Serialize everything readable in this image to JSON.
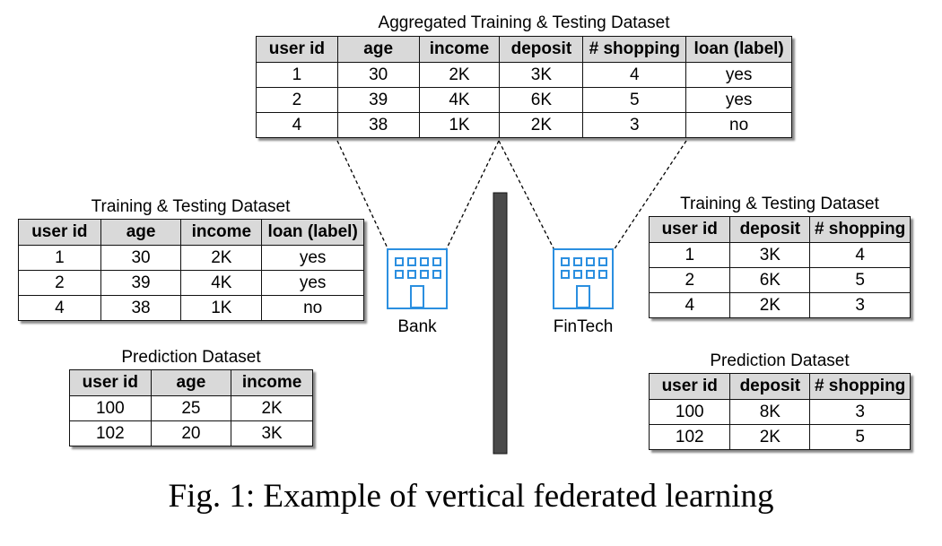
{
  "aggregated": {
    "title": "Aggregated Training & Testing Dataset",
    "headers": [
      "user id",
      "age",
      "income",
      "deposit",
      "# shopping",
      "loan (label)"
    ],
    "rows": [
      [
        "1",
        "30",
        "2K",
        "3K",
        "4",
        "yes"
      ],
      [
        "2",
        "39",
        "4K",
        "6K",
        "5",
        "yes"
      ],
      [
        "4",
        "38",
        "1K",
        "2K",
        "3",
        "no"
      ]
    ]
  },
  "bank": {
    "label": "Bank",
    "icon": "building-icon",
    "training": {
      "title": "Training & Testing Dataset",
      "headers": [
        "user id",
        "age",
        "income",
        "loan (label)"
      ],
      "rows": [
        [
          "1",
          "30",
          "2K",
          "yes"
        ],
        [
          "2",
          "39",
          "4K",
          "yes"
        ],
        [
          "4",
          "38",
          "1K",
          "no"
        ]
      ]
    },
    "prediction": {
      "title": "Prediction Dataset",
      "headers": [
        "user id",
        "age",
        "income"
      ],
      "rows": [
        [
          "100",
          "25",
          "2K"
        ],
        [
          "102",
          "20",
          "3K"
        ]
      ]
    }
  },
  "fintech": {
    "label": "FinTech",
    "icon": "building-icon",
    "training": {
      "title": "Training & Testing Dataset",
      "headers": [
        "user id",
        "deposit",
        "# shopping"
      ],
      "rows": [
        [
          "1",
          "3K",
          "4"
        ],
        [
          "2",
          "6K",
          "5"
        ],
        [
          "4",
          "2K",
          "3"
        ]
      ]
    },
    "prediction": {
      "title": "Prediction Dataset",
      "headers": [
        "user id",
        "deposit",
        "# shopping"
      ],
      "rows": [
        [
          "100",
          "8K",
          "3"
        ],
        [
          "102",
          "2K",
          "5"
        ]
      ]
    }
  },
  "caption": "Fig. 1: Example of vertical federated learning",
  "colors": {
    "icon": "#2b8fe0",
    "header_bg": "#d9d9d9",
    "divider": "#4a4a4a"
  }
}
